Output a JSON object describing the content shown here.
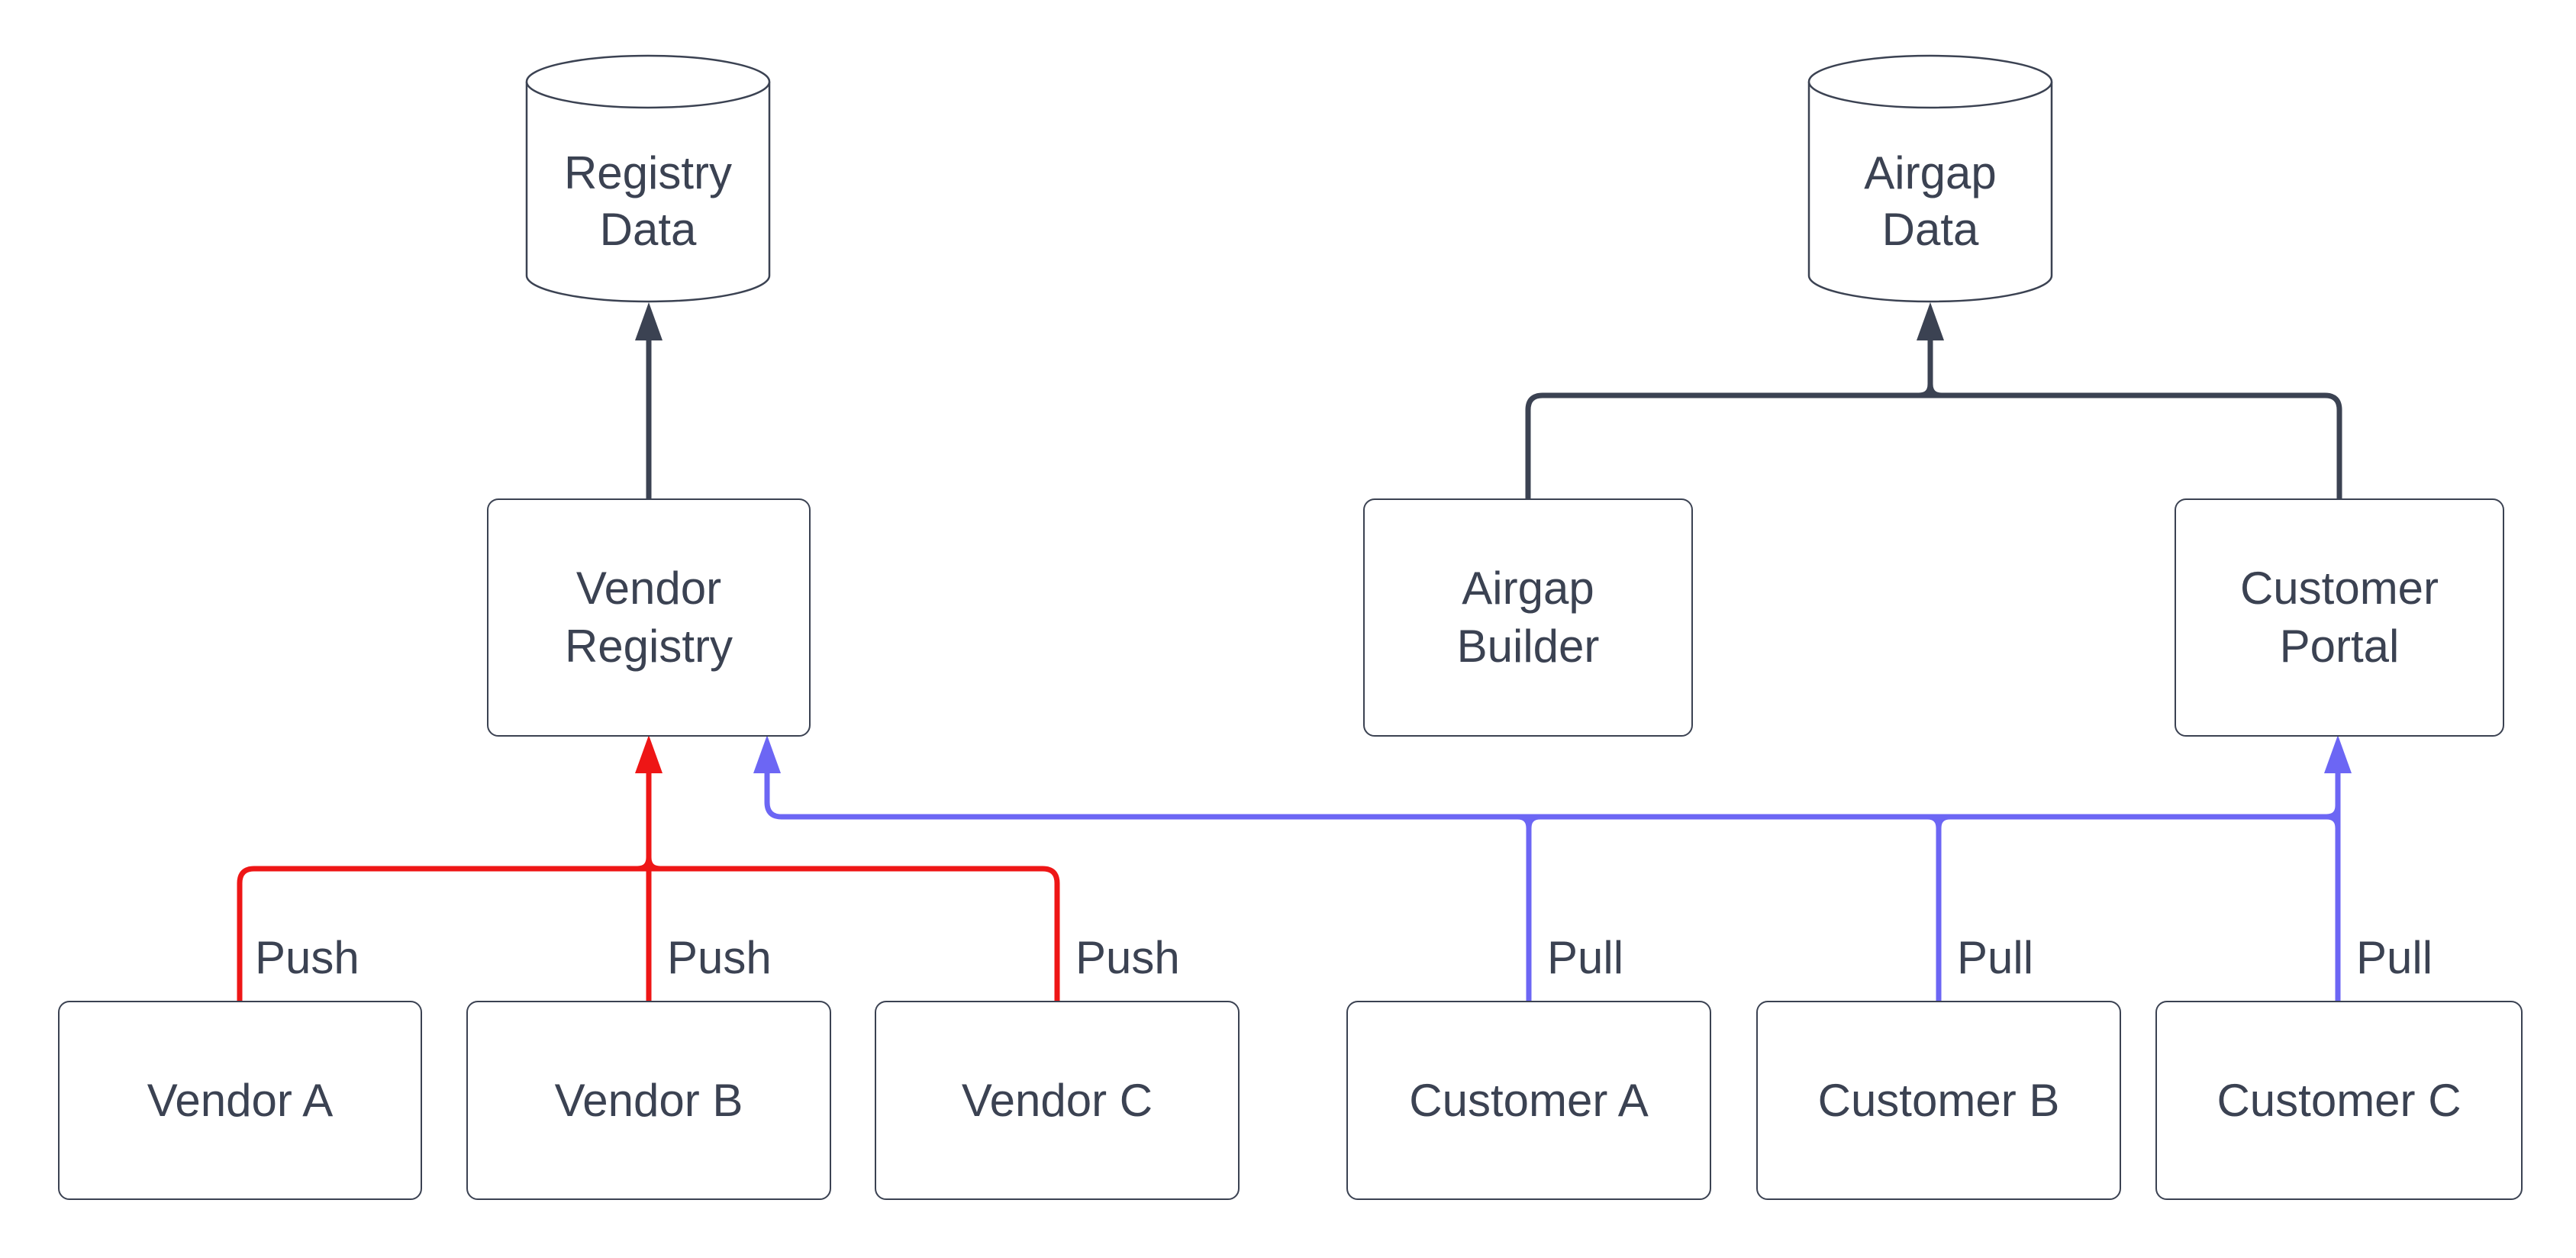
{
  "diagram": {
    "nodes": {
      "registry_data": {
        "lines": [
          "Registry",
          "Data"
        ]
      },
      "airgap_data": {
        "lines": [
          "Airgap",
          "Data"
        ]
      },
      "vendor_registry": {
        "lines": [
          "Vendor",
          "Registry"
        ]
      },
      "airgap_builder": {
        "lines": [
          "Airgap",
          "Builder"
        ]
      },
      "customer_portal": {
        "lines": [
          "Customer",
          "Portal"
        ]
      },
      "vendor_a": {
        "label": "Vendor A"
      },
      "vendor_b": {
        "label": "Vendor B"
      },
      "vendor_c": {
        "label": "Vendor C"
      },
      "customer_a": {
        "label": "Customer A"
      },
      "customer_b": {
        "label": "Customer B"
      },
      "customer_c": {
        "label": "Customer C"
      }
    },
    "edge_labels": {
      "push_a": "Push",
      "push_b": "Push",
      "push_c": "Push",
      "pull_a": "Pull",
      "pull_b": "Pull",
      "pull_c": "Pull"
    },
    "colors": {
      "line": "#3b4252",
      "push": "#ee1616",
      "pull": "#6c66f4",
      "text": "#3b4252",
      "bg": "#ffffff"
    }
  }
}
